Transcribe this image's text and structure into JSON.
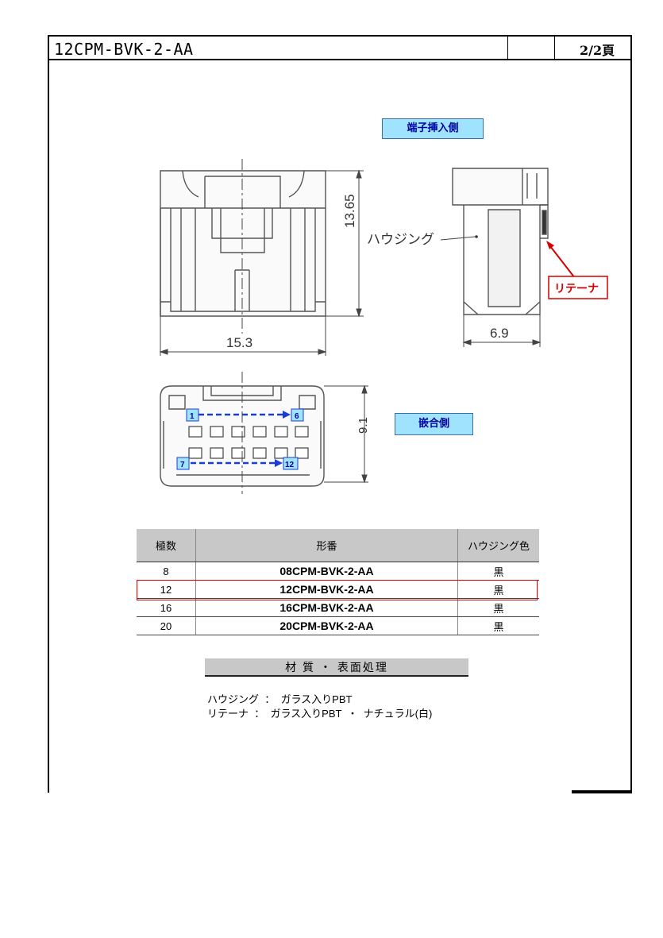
{
  "header": {
    "part_number": "12CPM-BVK-2-AA",
    "page": "2/2頁"
  },
  "drawing": {
    "insertion_side_label": "端子挿入側",
    "mating_side_label": "嵌合側",
    "housing_label": "ハウジング",
    "retainer_label": "リテーナ",
    "dim_height": "13.65",
    "dim_width": "15.3",
    "dim_depth": "6.9",
    "dim_mating_height": "9.1",
    "pin_1": "1",
    "pin_6": "6",
    "pin_7": "7",
    "pin_12": "12"
  },
  "table": {
    "headers": [
      "極数",
      "形番",
      "ハウジング色"
    ],
    "rows": [
      {
        "poles": "8",
        "part": "08CPM-BVK-2-AA",
        "color": "黒"
      },
      {
        "poles": "12",
        "part": "12CPM-BVK-2-AA",
        "color": "黒"
      },
      {
        "poles": "16",
        "part": "16CPM-BVK-2-AA",
        "color": "黒"
      },
      {
        "poles": "20",
        "part": "20CPM-BVK-2-AA",
        "color": "黒"
      }
    ],
    "highlighted_row": "12"
  },
  "materials": {
    "title": "材 質 ・ 表面処理",
    "lines": [
      "ハウジング  ：  ガラス入りPBT",
      "リテーナ  ：  ガラス入りPBT  ・  ナチュラル(白)"
    ]
  },
  "colors": {
    "callout_fill": "#9fe3ff",
    "callout_text": "#0000a0",
    "highlight": "#d40000",
    "pin_arrow": "#1a3fd0",
    "table_header": "#c8c8c8"
  }
}
